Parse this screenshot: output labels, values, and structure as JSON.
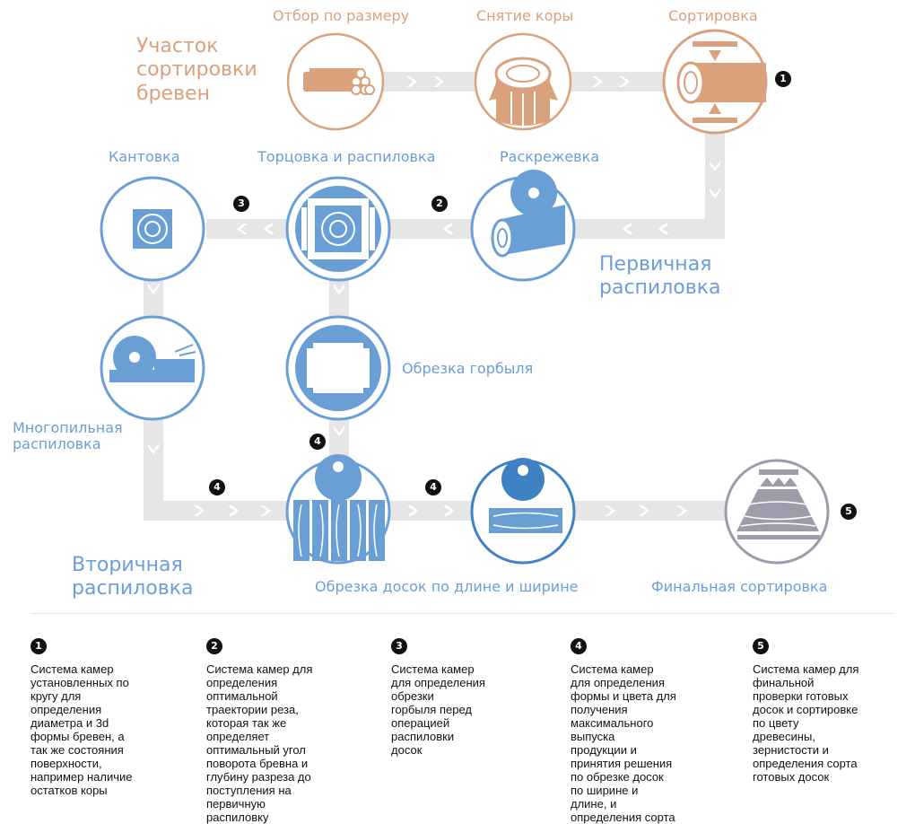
{
  "sections": {
    "sorting_area": "Участок\nсортировки\nбревен",
    "primary": "Первичная\nраспиловка",
    "secondary": "Вторичная\nраспиловка"
  },
  "steps": {
    "size_selection": "Отбор по размеру",
    "debarking": "Снятие коры",
    "sorting": "Сортировка",
    "log_sawing": "Раскрежевка",
    "trim_saw": "Торцовка и распиловка",
    "cant": "Кантовка",
    "multisaw": "Многопильная\nраспиловка",
    "slab_trim": "Обрезка горбыля",
    "board_trim": "Обрезка досок по длине и ширине",
    "final_sort": "Финальная сортировка"
  },
  "badges": [
    "1",
    "2",
    "3",
    "4",
    "5"
  ],
  "notes": [
    {
      "n": "1",
      "text": "Система камер\nустановленных по\nкругу для\nопределения\nдиаметра и 3d\nформы бревен, а\nтак же состояния\nповерхности,\nнапример наличие\nостатков коры"
    },
    {
      "n": "2",
      "text": "Система камер для\nопределения\nоптимальной\nтраектории реза,\nкоторая так же\nопределяет\nоптимальный угол\nповорота бревна и\nглубину разреза до\nпоступления на\nпервичную\nраспиловку"
    },
    {
      "n": "3",
      "text": "Система камер\nдля определения\nобрезки\nгорбыля перед\nоперацией\nраспиловки\nдосок"
    },
    {
      "n": "4",
      "text": "Система камер\nдля определения\nформы и цвета для\nполучения\nмаксимального\nвыпуска\nпродукции и\nпринятия решения\nпо обрезке досок\nпо ширине и\nдлине, и\nопределения сорта"
    },
    {
      "n": "5",
      "text": "Система камер для\nфинальной\nпроверки готовых\nдосок и сортировке\nпо цвету\nдревесины,\nзернистости и\nопределения сорта\nготовых досок"
    }
  ],
  "colors": {
    "orange": "#D9A27C",
    "blue": "#6A9FD6",
    "gray": "#9E9BAA",
    "flow": "#E6E6E6"
  }
}
